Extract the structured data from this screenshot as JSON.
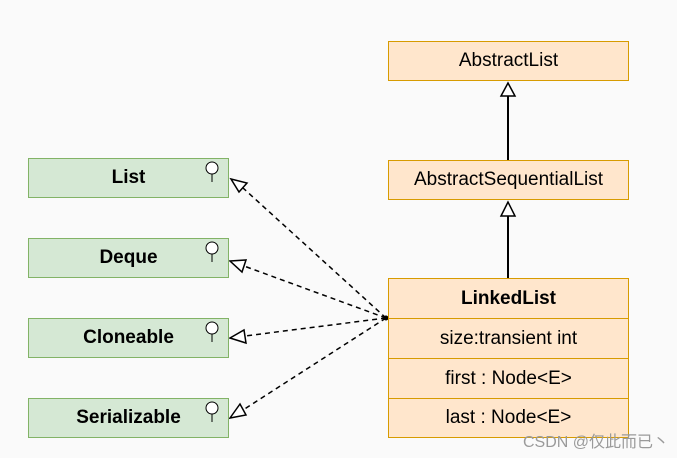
{
  "classes": {
    "abstract_list": "AbstractList",
    "abstract_sequential_list": "AbstractSequentialList",
    "linked_list": {
      "name": "LinkedList",
      "fields": [
        "size:transient int",
        "first : Node<E>",
        "last : Node<E>"
      ]
    }
  },
  "interfaces": [
    "List",
    "Deque",
    "Cloneable",
    "Serializable"
  ],
  "watermark": "CSDN @仅此而已丶",
  "colors": {
    "class_fill": "#ffe6cc",
    "class_border": "#d79b00",
    "interface_fill": "#d5e8d4",
    "interface_border": "#82b366"
  }
}
